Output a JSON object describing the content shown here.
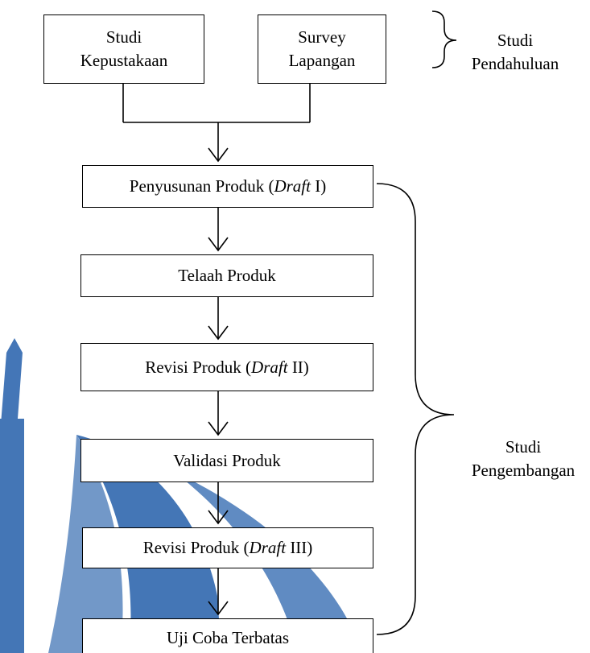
{
  "colors": {
    "stroke": "#000000",
    "background": "#ffffff",
    "watermark": "#3a6fb3"
  },
  "watermark": {
    "icon": "university-logo-watermark"
  },
  "preliminary": {
    "box1": {
      "line1": "Studi",
      "line2": "Kepustakaan"
    },
    "box2": {
      "line1": "Survey",
      "line2": "Lapangan"
    },
    "brace_label": {
      "line1": "Studi",
      "line2": "Pendahuluan"
    }
  },
  "steps": [
    {
      "prefix": "Penyusunan Produk (",
      "italic": "Draft",
      "suffix": " I)"
    },
    {
      "prefix": "Telaah Produk",
      "italic": "",
      "suffix": ""
    },
    {
      "prefix": "Revisi Produk (",
      "italic": "Draft",
      "suffix": " II)"
    },
    {
      "prefix": "Validasi Produk",
      "italic": "",
      "suffix": ""
    },
    {
      "prefix": "Revisi Produk (",
      "italic": "Draft",
      "suffix": " III)"
    },
    {
      "prefix": "Uji Coba Terbatas",
      "italic": "",
      "suffix": ""
    }
  ],
  "development": {
    "brace_label": {
      "line1": "Studi",
      "line2": "Pengembangan"
    }
  }
}
